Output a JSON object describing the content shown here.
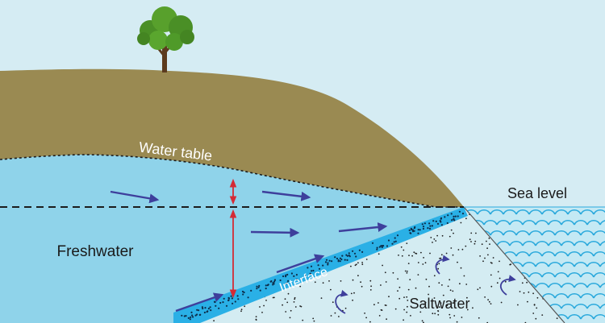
{
  "labels": {
    "water_table": "Water table",
    "sea_level": "Sea level",
    "freshwater": "Freshwater",
    "interface": "Interface",
    "saltwater": "Saltwater"
  },
  "colors": {
    "sky": "#d5ecf3",
    "land": "#9a8a52",
    "freshwater": "#8fd3ea",
    "interface_band": "#2ab0e6",
    "saltwater": "#d4ecf2",
    "sea": "#c4e9f4",
    "wave": "#2aa9dc",
    "flow_arrow": "#3e3f9c",
    "head_arrow": "#d42b36",
    "text": "#1a1a1a",
    "text_light": "#ffffff"
  },
  "icons": {
    "tree": "tree-icon"
  }
}
